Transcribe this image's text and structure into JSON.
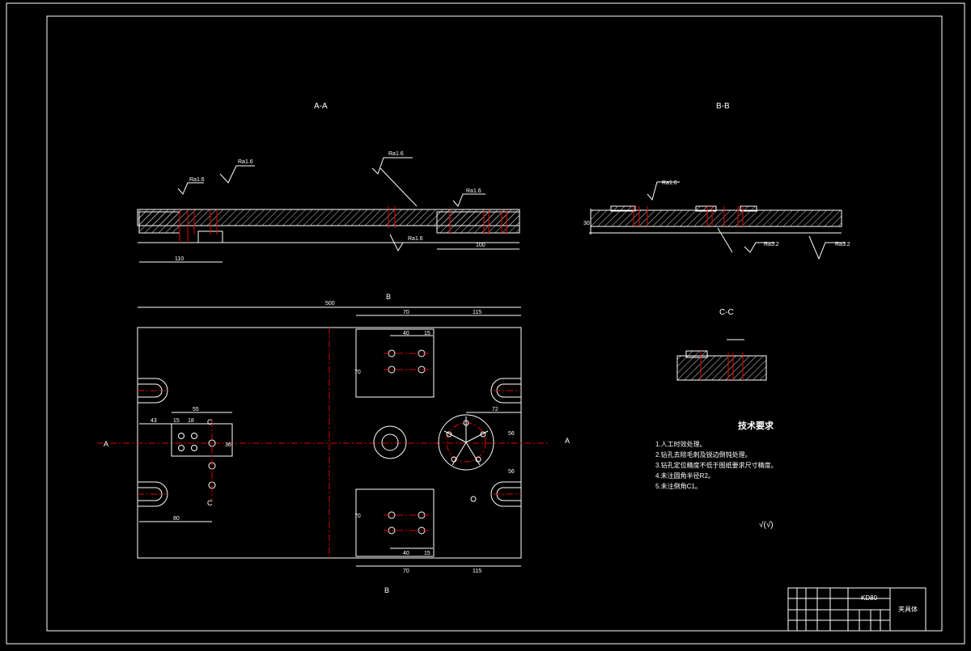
{
  "views": {
    "section_aa": "A-A",
    "section_bb": "B-B",
    "section_cc": "C-C"
  },
  "markers": {
    "a_left": "A",
    "a_right": "A",
    "b_top": "B",
    "b_bottom": "B",
    "c_top": "C",
    "c_bottom": "C"
  },
  "dimensions": {
    "overall_length": "500",
    "top_70": "70",
    "top_115": "115",
    "bottom_70": "70",
    "bottom_115": "115",
    "d_40_top": "40",
    "d_15_top": "15",
    "d_40_bot": "40",
    "d_15_bot": "15",
    "d_55": "55",
    "d_43": "43",
    "d_15_left": "15",
    "d_18": "18",
    "d_80": "80",
    "d_72": "72",
    "d_36": "36",
    "d_56a": "56",
    "d_56b": "56",
    "d_110": "110",
    "d_100": "100",
    "d_30": "30",
    "d_70_left_top": "70",
    "d_70_left_bot": "70"
  },
  "roughness": {
    "ra16": "Ra1.6",
    "ra32": "Ra3.2"
  },
  "tech_requirements": {
    "title": "技术要求",
    "items": [
      "1.人工时效处理。",
      "2.钻孔去除毛刺及锐边倒钝处理。",
      "3.钻孔定位精度不低于图纸要求尺寸精度。",
      "4.未注圆角半径R2。",
      "5.未注倒角C1。"
    ],
    "roughness_symbol": "√(√)"
  },
  "title_block": {
    "code": "KD80",
    "name": "夹具体"
  }
}
